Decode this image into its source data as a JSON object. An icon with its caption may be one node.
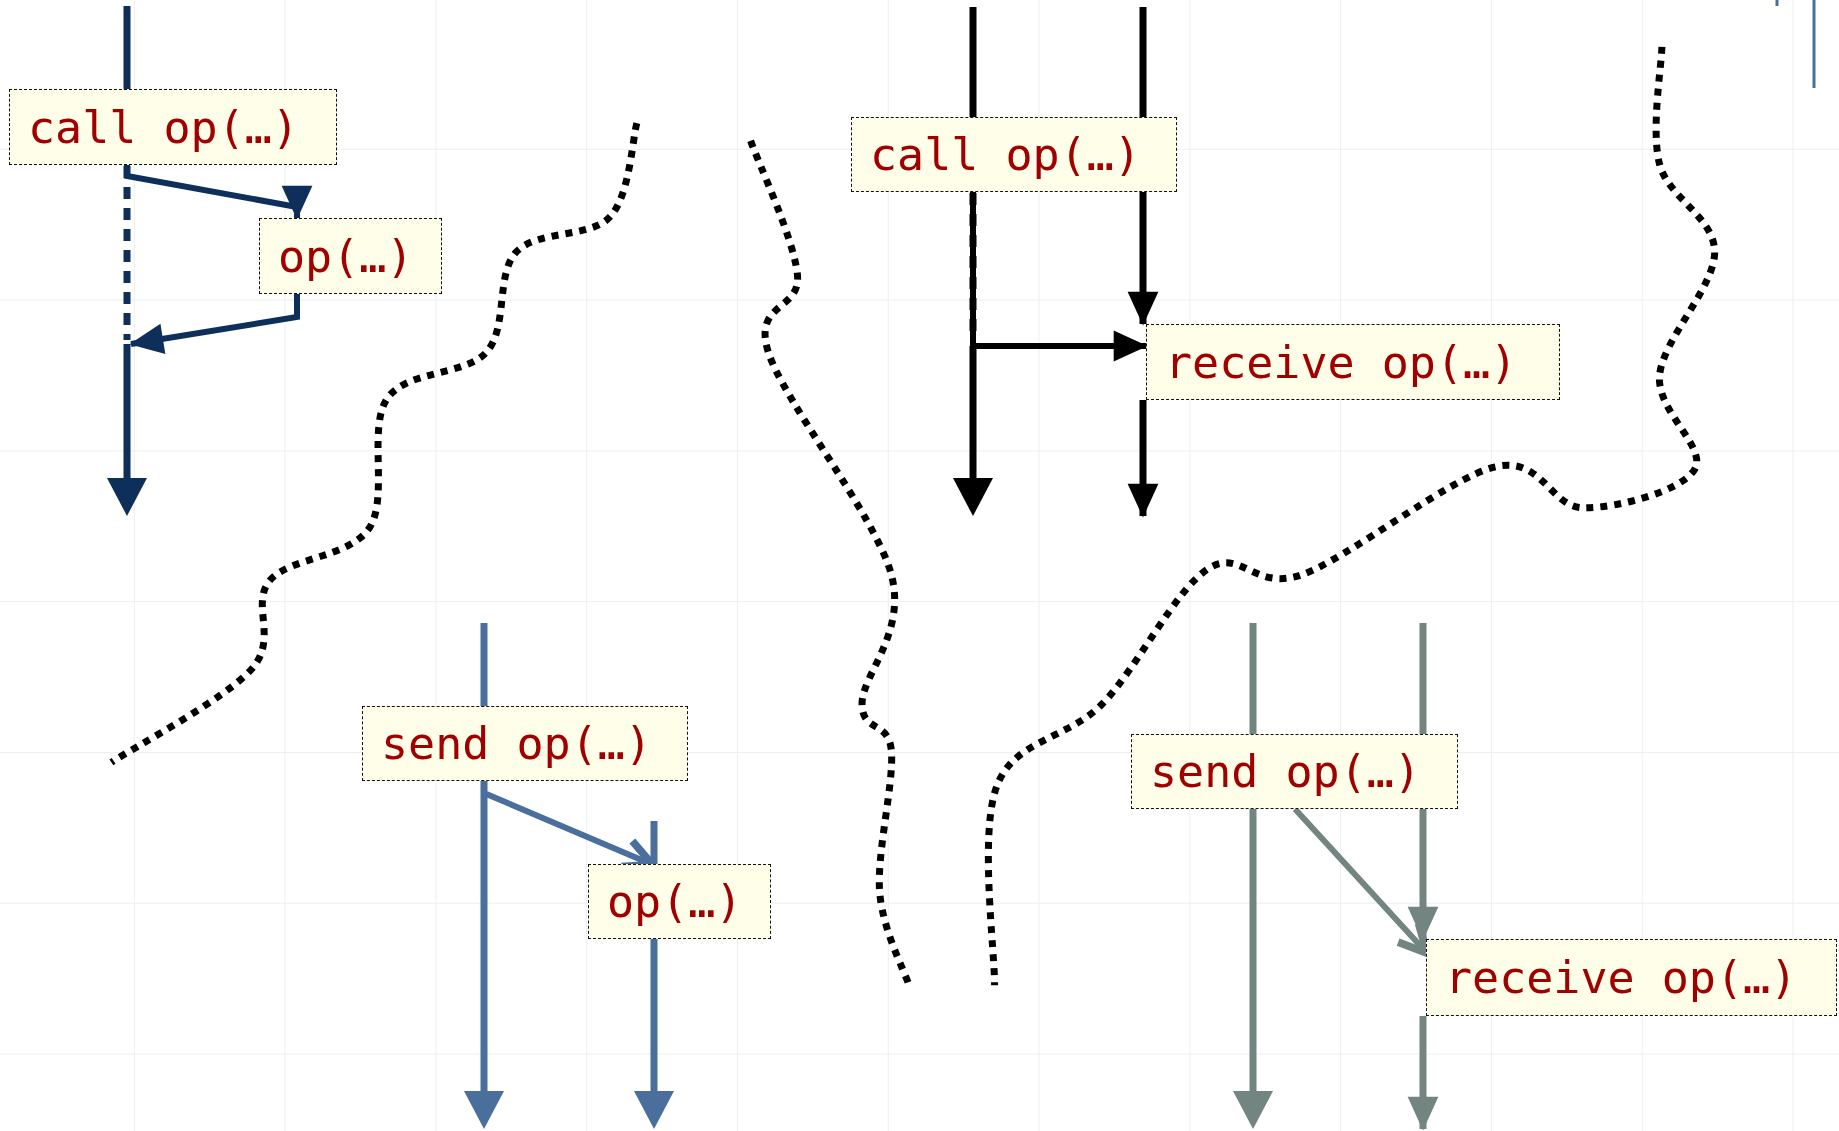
{
  "diagram": {
    "nodes": [
      {
        "text": [
          "call op(…)"
        ]
      },
      {
        "text": [
          "op(…)"
        ]
      },
      {
        "text": [
          "call op(…)"
        ]
      },
      {
        "text": [
          "receive op(…)"
        ]
      },
      {
        "text": [
          "send op(…)"
        ]
      },
      {
        "text": [
          "op(…)"
        ]
      },
      {
        "text": [
          "send op(…)"
        ]
      },
      {
        "text": [
          "receive op(…)"
        ]
      }
    ],
    "edges": [
      {
        "from": 0,
        "to": 1,
        "arrow": "to"
      },
      {
        "from": 1,
        "to": null,
        "arrow": "to"
      },
      {
        "from": 2,
        "to": 3,
        "arrow": "to",
        "color": "#000000"
      },
      {
        "from": 4,
        "to": 5,
        "arrow": "to",
        "color": "#4a6f9c"
      },
      {
        "from": 6,
        "to": 7,
        "arrow": "to",
        "color": "#738581"
      },
      {
        "from": null,
        "to": 3,
        "arrow": "to",
        "color": "#000000"
      },
      {
        "from": 3,
        "to": null,
        "arrow": "to",
        "color": "#000000"
      },
      {
        "from": null,
        "to": 7,
        "arrow": "to",
        "color": "#738581"
      },
      {
        "from": 7,
        "to": null,
        "arrow": "to",
        "color": "#738581"
      }
    ]
  }
}
